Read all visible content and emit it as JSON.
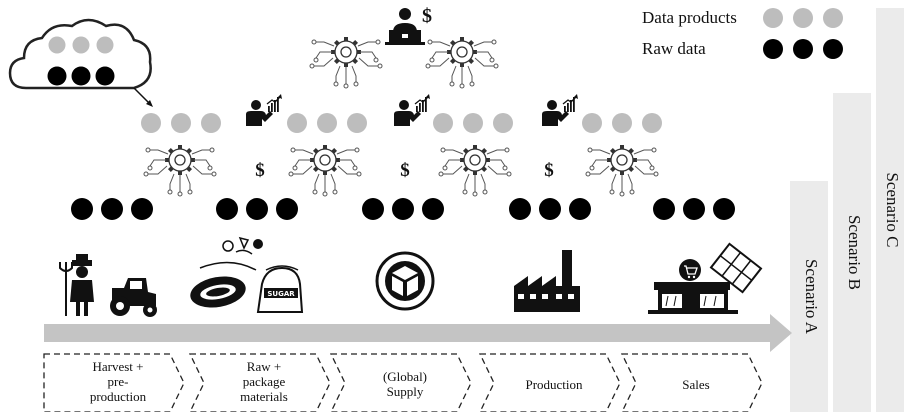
{
  "legend": {
    "data_products_label": "Data products",
    "raw_data_label": "Raw data",
    "colors": {
      "data_products": "#bdbdbd",
      "raw_data": "#000000"
    }
  },
  "scenarios": [
    "Scenario A",
    "Scenario B",
    "Scenario C"
  ],
  "currency_symbol": "$",
  "stages": [
    {
      "lines": [
        "Harvest +",
        "pre-",
        "production"
      ],
      "icon": "farmer-tractor-icon"
    },
    {
      "lines": [
        "Raw +",
        "package",
        "materials"
      ],
      "icon": "cocoa-sugar-icon"
    },
    {
      "lines": [
        "(Global)",
        "Supply"
      ],
      "icon": "package-box-icon"
    },
    {
      "lines": [
        "Production"
      ],
      "icon": "factory-icon"
    },
    {
      "lines": [
        "Sales"
      ],
      "icon": "shop-chocolate-icon"
    }
  ],
  "icons": {
    "cloud": "cloud-icon",
    "gear": "gear-processing-icon",
    "analyst": "analyst-chart-icon",
    "platform": "platform-laptop-user-icon"
  }
}
